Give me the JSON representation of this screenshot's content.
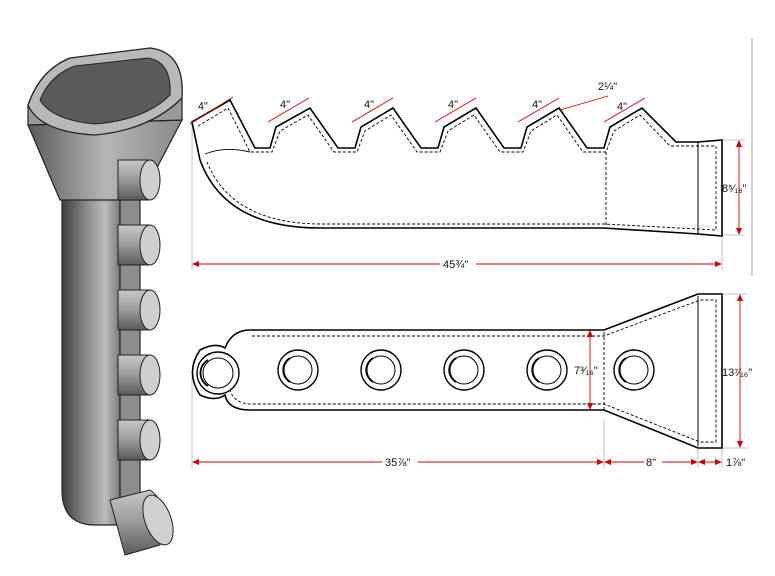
{
  "diagram": {
    "colors": {
      "dimension": "#d40000",
      "outline": "#000000",
      "shade_dark": "#4a4a4a",
      "shade_light": "#bdbdbd"
    },
    "dimensions": {
      "port_top_1": "4\"",
      "port_top_2": "4\"",
      "port_top_3": "4\"",
      "port_top_4": "4\"",
      "port_top_5": "4\"",
      "port_top_6": "4\"",
      "gap_top": "2¼\"",
      "outlet_height": "8⁵⁄₁₆\"",
      "overall_length": "45¾\"",
      "body_width": "7³⁄₁₆\"",
      "flange_width": "13⁷⁄₁₆\"",
      "body_length": "35⅞\"",
      "taper_length": "8\"",
      "flange_depth": "1⅞\""
    }
  }
}
